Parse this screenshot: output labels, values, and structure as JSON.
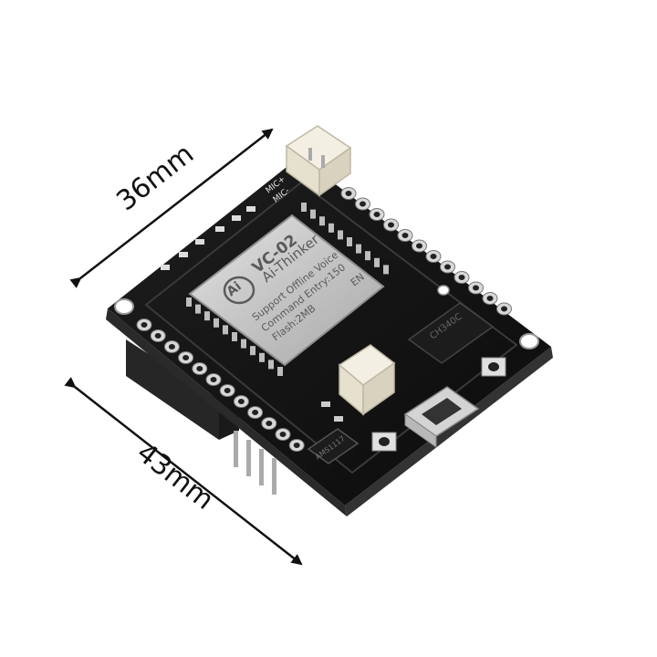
{
  "dimensions": {
    "width_label": "36mm",
    "height_label": "43mm"
  },
  "module": {
    "model": "VC-02",
    "brand": "Ai-Thinker",
    "line1": "Support Offline Voice",
    "line2": "Command Entry:150",
    "line3": "Flash:2MB",
    "en": "EN"
  },
  "silkscreen": {
    "mic_plus": "MIC+",
    "mic_minus": "MIC-",
    "chip_ams": "AMS1117",
    "chip_ch340": "CH340C"
  },
  "colors": {
    "pcb": "#141414",
    "shield": "#c9c9c9",
    "header": "#1c1c1c",
    "connector": "#f1ece0",
    "arrow": "#111111"
  }
}
